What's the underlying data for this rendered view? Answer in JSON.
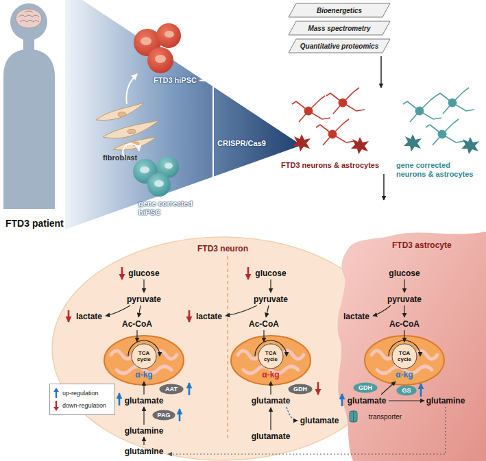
{
  "diagram": {
    "nodes": [
      {
        "text": [
          "FTD3 hiPSC"
        ]
      },
      {
        "text": [
          "gene corrected hiPSC"
        ]
      },
      {
        "text": [
          "Bioenergetics"
        ]
      },
      {
        "text": [
          "Mass spectrometry"
        ]
      },
      {
        "text": [
          "Quantitative proteomics"
        ]
      },
      {
        "text": [
          "FTD3 neuron"
        ]
      },
      {
        "text": [
          "TCA cycle"
        ],
        "in": 5
      },
      {
        "text": [
          "TCA cycle"
        ],
        "in": 5
      },
      {
        "text": [
          "AAT"
        ],
        "in": 5
      },
      {
        "text": [
          "PAG"
        ],
        "in": 5
      },
      {
        "text": [
          "GDH"
        ],
        "in": 5
      },
      {
        "text": [
          "FTD3 astrocyte"
        ]
      },
      {
        "text": [
          "TCA cycle"
        ],
        "in": 11
      },
      {
        "text": [
          "GDH"
        ],
        "in": 11
      },
      {
        "text": [
          "GS"
        ],
        "in": 11
      }
    ],
    "edges": [
      {
        "from": 0,
        "to": 1,
        "arrow": "to",
        "label": "CRISPR/Cas9"
      }
    ],
    "labels": [
      "FTD3 patient",
      "fibroblast",
      "FTD3 neurons & astrocytes",
      "gene corrected neurons & astrocytes",
      "glucose",
      "pyruvate",
      "lactate",
      "Ac-CoA",
      "α-kg",
      "glutamate",
      "glutamine",
      "glutamine",
      "glucose",
      "pyruvate",
      "lactate",
      "Ac-CoA",
      "α-kg",
      "glutamate",
      "glutamate",
      "glutamate",
      "glucose",
      "pyruvate",
      "lactate",
      "Ac-CoA",
      "α-kg",
      "glutamate",
      "glutamine",
      "transporter"
    ],
    "legend": [
      {
        "text": "up-regulation"
      },
      {
        "text": "down-regulation"
      }
    ]
  }
}
